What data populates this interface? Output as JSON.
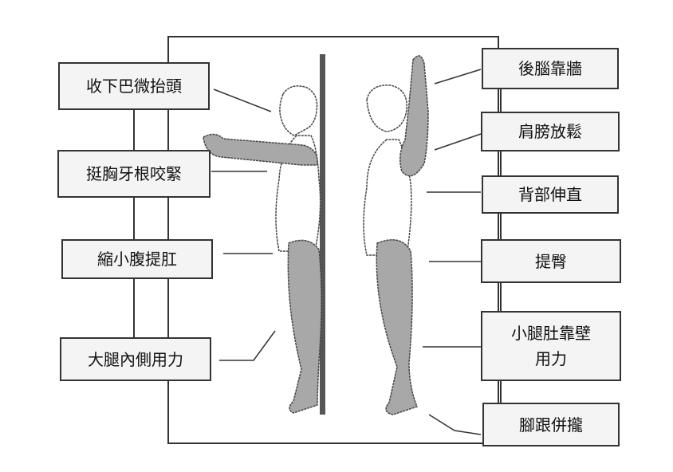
{
  "left_labels": [
    {
      "text": "收下巴微抬頭"
    },
    {
      "text": "挺胸牙根咬緊"
    },
    {
      "text": "縮小腹提肛"
    },
    {
      "text": "大腿內側用力"
    }
  ],
  "right_labels": [
    {
      "text": "後腦靠牆"
    },
    {
      "text": "肩膀放鬆"
    },
    {
      "text": "背部伸直"
    },
    {
      "text": "提臀"
    },
    {
      "line1": "小腿肚靠壁",
      "line2": "用力"
    },
    {
      "text": "腳跟併攏"
    }
  ],
  "colors": {
    "limb_fill": "#a8a8a8",
    "body_fill": "#ffffff",
    "pole": "#555555",
    "border": "#333333"
  }
}
